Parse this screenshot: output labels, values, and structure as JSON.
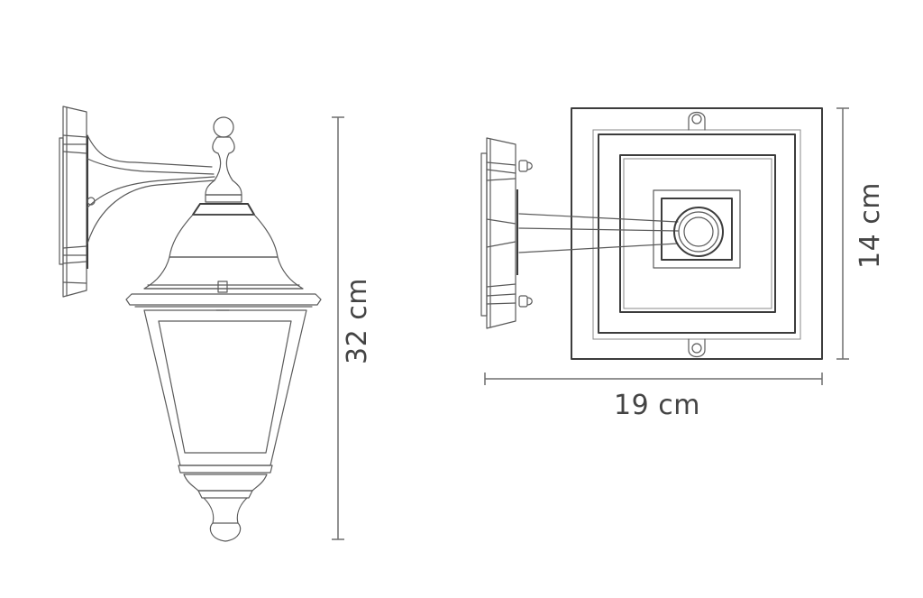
{
  "diagram": {
    "subject": "wall lantern dimension drawing",
    "views": [
      {
        "name": "side-view",
        "description": "hanging lantern on wall bracket"
      },
      {
        "name": "top-view",
        "description": "square lantern top with bracket arm"
      }
    ],
    "dimensions": {
      "height": {
        "label": "32 cm",
        "value": 32,
        "unit": "cm"
      },
      "depth": {
        "label": "14 cm",
        "value": 14,
        "unit": "cm"
      },
      "width": {
        "label": "19 cm",
        "value": 19,
        "unit": "cm"
      }
    },
    "colors": {
      "line": "#5a5a5a",
      "dimension_line": "#6e6e6e",
      "text": "#444444",
      "background": "#ffffff"
    }
  }
}
